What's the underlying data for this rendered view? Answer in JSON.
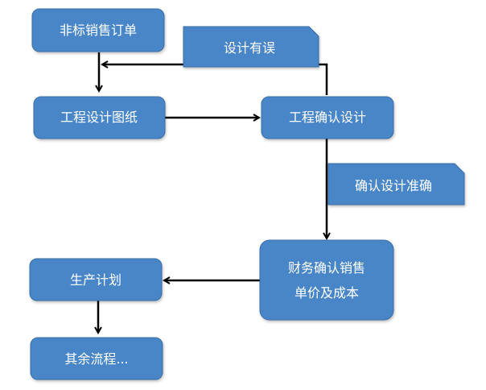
{
  "nodes": {
    "order": "非标销售订单",
    "drawing": "工程设计图纸",
    "confirm": "工程确认设计",
    "finance_line1": "财务确认销售",
    "finance_line2": "单价及成本",
    "plan": "生产计划",
    "other": "其余流程..."
  },
  "labels": {
    "design_error": "设计有误",
    "design_ok": "确认设计准确"
  },
  "colors": {
    "box_fill": "#4a86c8",
    "box_stroke": "#3a6ea8",
    "arrow": "#000000"
  }
}
